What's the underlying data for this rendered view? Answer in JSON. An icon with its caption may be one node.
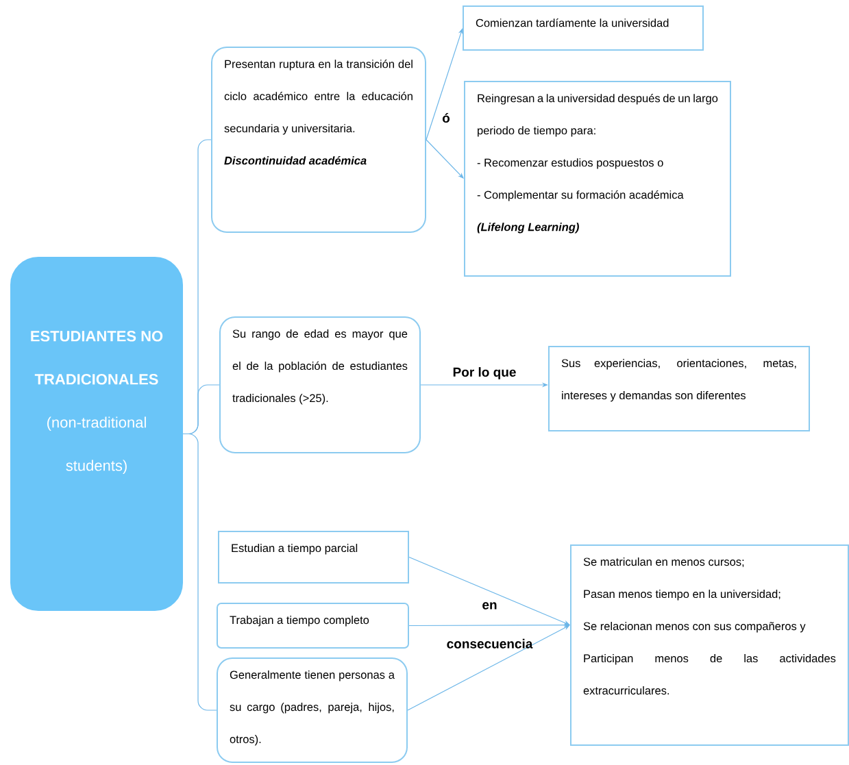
{
  "diagram": {
    "nodes": [
      {
        "text": [
          "ESTUDIANTES NO TRADICIONALES",
          "(non-traditional students)"
        ]
      },
      {
        "text": [
          "Presentan ruptura en la transición del ciclo académico entre la educación secundaria y universitaria.",
          "Discontinuidad académica"
        ]
      },
      {
        "text": [
          "Comienzan tardíamente la universidad"
        ]
      },
      {
        "text": [
          "Reingresan a la universidad después de un largo periodo de tiempo para:",
          "- Recomenzar estudios pospuestos o",
          "- Complementar su formación académica",
          "(Lifelong Learning)"
        ]
      },
      {
        "text": [
          "Su rango de edad es mayor que el de la población de estudiantes tradicionales (>25)."
        ]
      },
      {
        "text": [
          "Sus experiencias, orientaciones, metas, intereses y demandas son diferentes"
        ]
      },
      {
        "text": [
          "Estudian a tiempo parcial"
        ]
      },
      {
        "text": [
          "Trabajan a tiempo completo"
        ]
      },
      {
        "text": [
          "Generalmente tienen personas a su cargo (padres, pareja, hijos, otros)."
        ]
      },
      {
        "text": [
          "Se matriculan en menos cursos;",
          "Pasan menos tiempo en la universidad;",
          "Se relacionan menos con sus compañeros y",
          "Participan menos de las actividades extracurriculares."
        ]
      }
    ],
    "edges": [
      {
        "from": 0,
        "to": 1,
        "arrow": "none"
      },
      {
        "from": 0,
        "to": 4,
        "arrow": "none"
      },
      {
        "from": 0,
        "to": 8,
        "arrow": "none"
      },
      {
        "from": 1,
        "to": 2,
        "arrow": "to"
      },
      {
        "from": 1,
        "to": 3,
        "arrow": "to"
      },
      {
        "from": 4,
        "to": 5,
        "arrow": "to",
        "label": "Por lo que"
      },
      {
        "from": 6,
        "to": 9,
        "arrow": "to"
      },
      {
        "from": 7,
        "to": 9,
        "arrow": "to",
        "label": "en consecuencia"
      },
      {
        "from": 8,
        "to": 9,
        "arrow": "to"
      }
    ],
    "labels": [
      "ó"
    ]
  }
}
